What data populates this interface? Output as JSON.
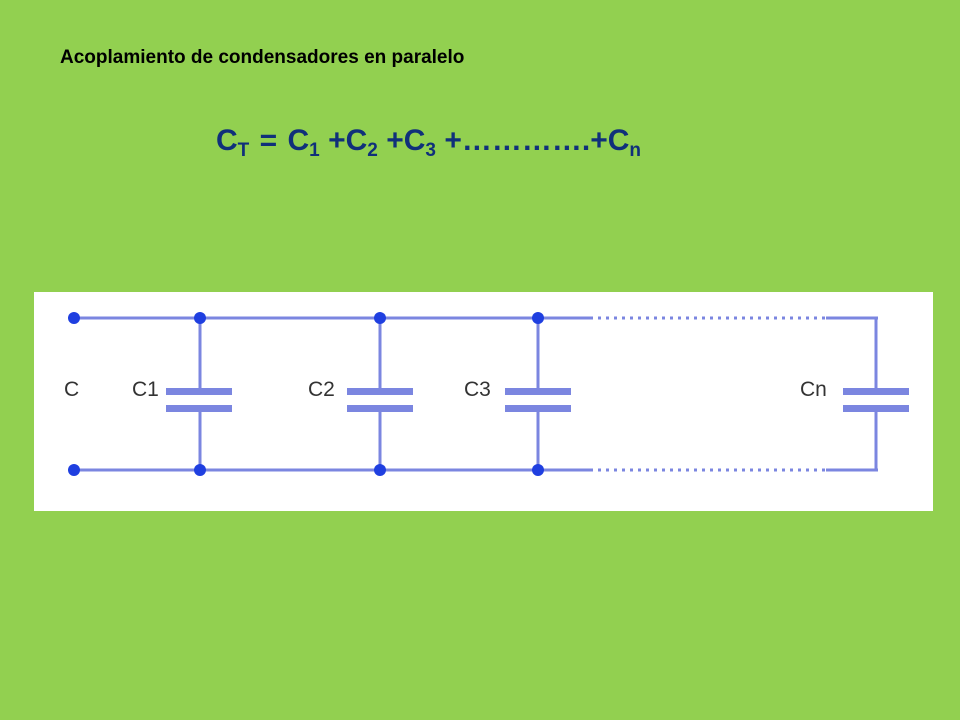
{
  "title": "Acoplamiento de condensadores en paralelo",
  "formula": {
    "total_symbol": "C",
    "total_sub": "T",
    "equals": "=",
    "terms": [
      {
        "prefix": "",
        "symbol": "C",
        "sub": "1"
      },
      {
        "prefix": "+",
        "symbol": "C",
        "sub": "2"
      },
      {
        "prefix": "+",
        "symbol": "C",
        "sub": "3"
      }
    ],
    "ellipsis": "+………….+",
    "last_symbol": "C",
    "last_sub": "n"
  },
  "diagram": {
    "colors": {
      "wire": "#7b86e0",
      "node": "#1f3fe0",
      "plate": "#7b86e0",
      "label": "#333333"
    },
    "labels": {
      "total": "C",
      "c1": "C1",
      "c2": "C2",
      "c3": "C3",
      "cn": "Cn"
    }
  }
}
